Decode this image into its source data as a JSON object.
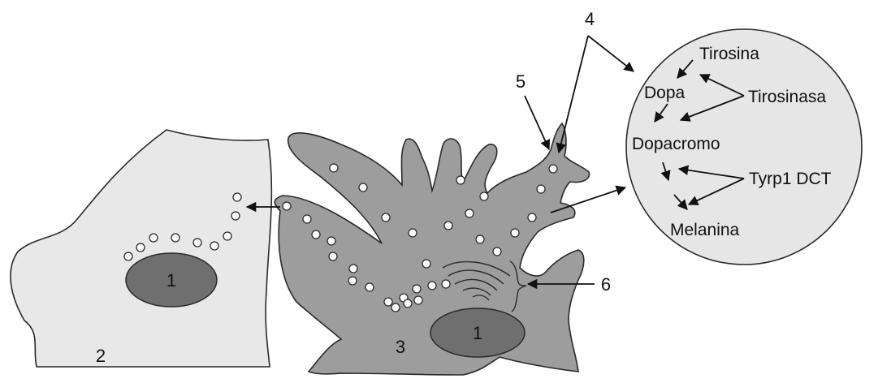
{
  "labels": {
    "nucleus_keratinocyte": "1",
    "keratinocyte": "2",
    "melanocyte": "3",
    "nucleus_melanocyte": "1",
    "melanosome": "4",
    "dendrite_tip": "5",
    "golgi": "6"
  },
  "pathway": {
    "tyrosine": "Tirosina",
    "dopa": "Dopa",
    "enzyme1": "Tirosinasa",
    "dopachrome": "Dopacromo",
    "enzyme2": "Tyrp1 DCT",
    "melanin": "Melanina"
  },
  "colors": {
    "keratinocyte_fill": "#e8e8e8",
    "melanocyte_fill": "#9d9d9d",
    "nucleus_fill": "#6f6f6f",
    "inset_fill": "#e6e6e6",
    "stroke": "#2a2a2a"
  }
}
